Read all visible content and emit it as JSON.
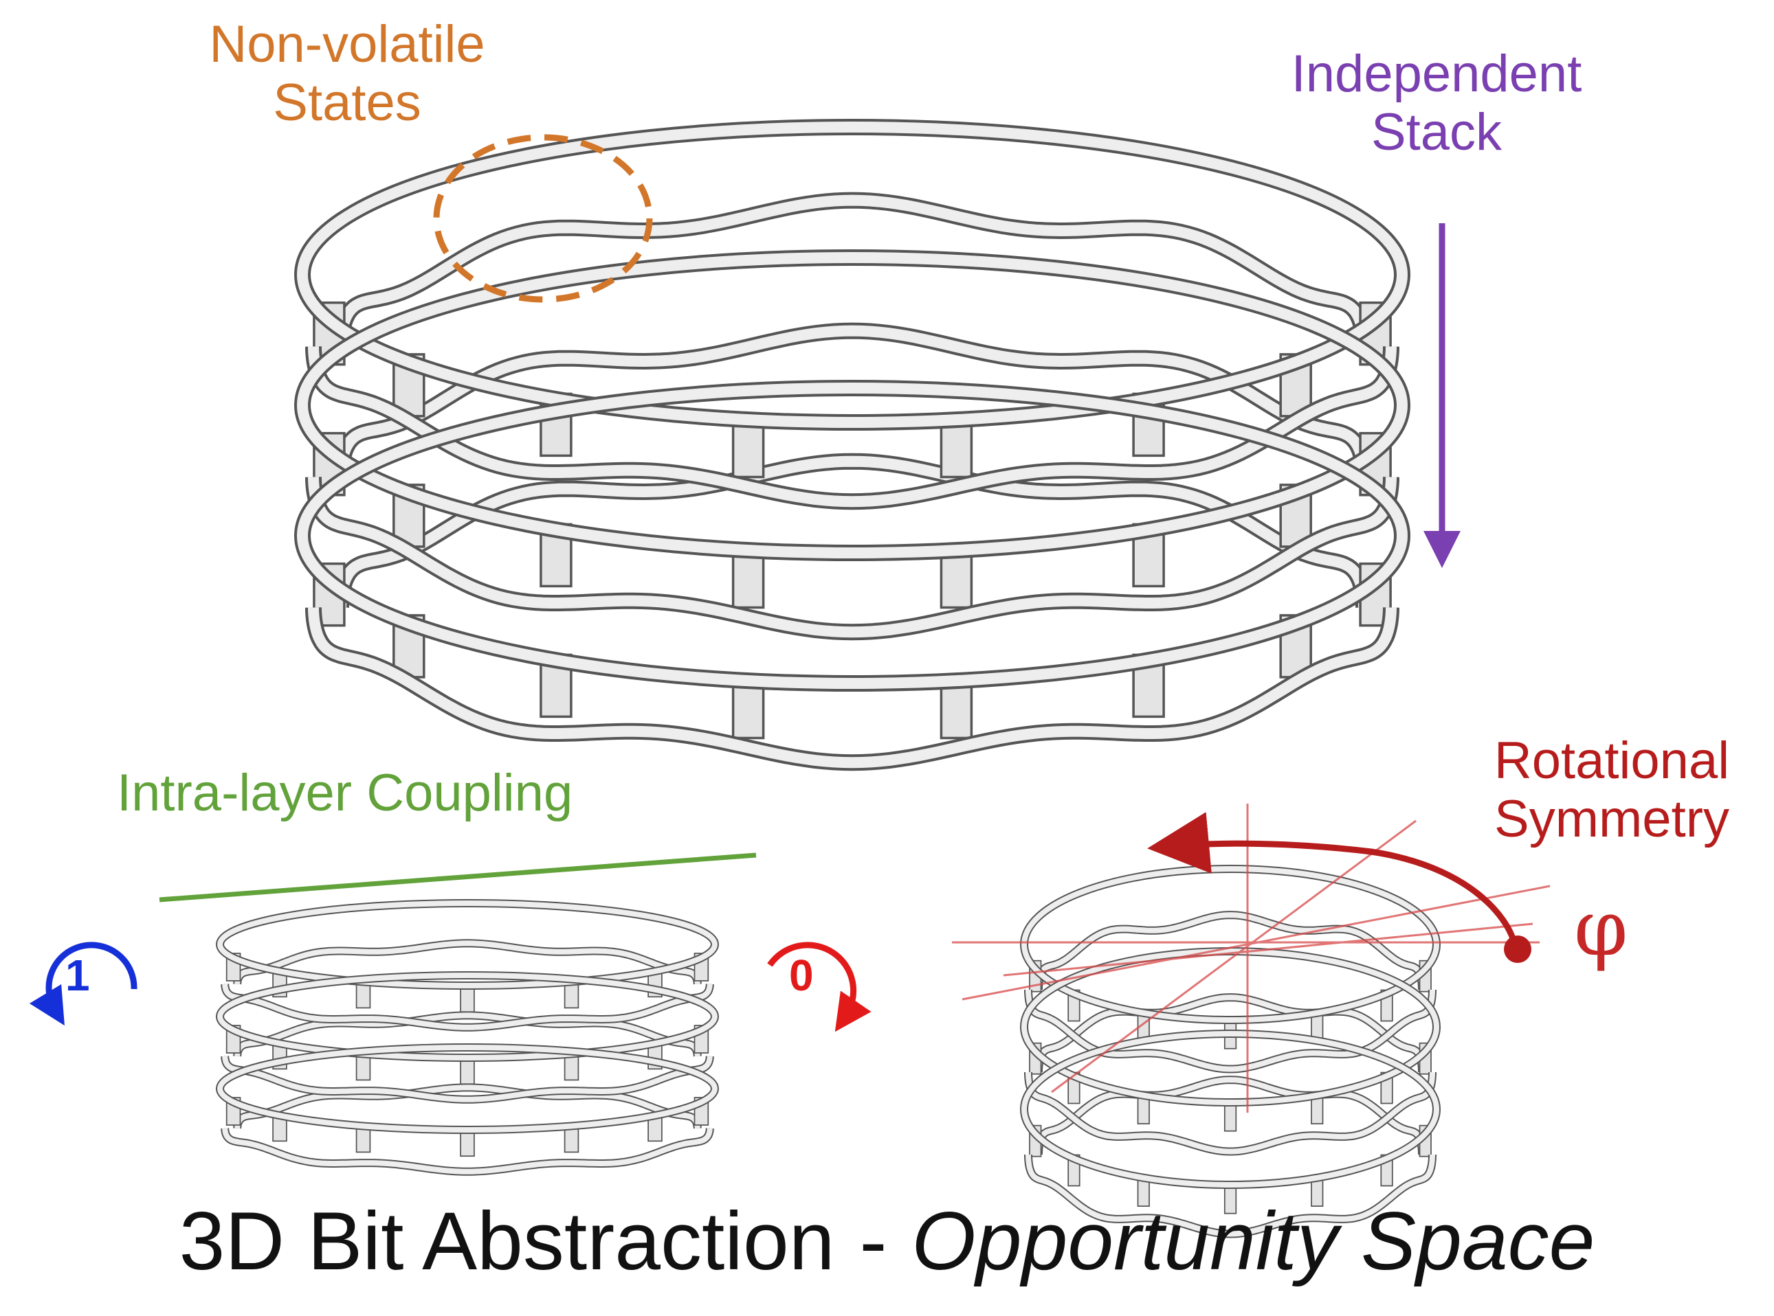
{
  "labels": {
    "non_volatile": [
      "Non-volatile",
      "States"
    ],
    "independent_stack": [
      "Independent",
      "Stack"
    ],
    "intra_layer": "Intra-layer Coupling",
    "rotational_symmetry": [
      "Rotational",
      "Symmetry"
    ],
    "phi": "φ",
    "state_one": "1",
    "state_zero": "0"
  },
  "caption": {
    "main": "3D Bit Abstraction",
    "separator": "-",
    "italic": "Opportunity Space"
  },
  "colors": {
    "non_volatile": "#d2762a",
    "independent_stack": "#7a3fb0",
    "intra_layer": "#62a23a",
    "rotational": "#b71c1c",
    "state_one": "#1530d8",
    "state_zero": "#e31a1a",
    "ring_fill": "#eeeeee",
    "ring_stroke": "#555555"
  },
  "icons": [
    "clockwise-arrow-icon",
    "counter-clockwise-arrow-icon",
    "down-arrow-icon",
    "rotation-arrow-icon"
  ]
}
